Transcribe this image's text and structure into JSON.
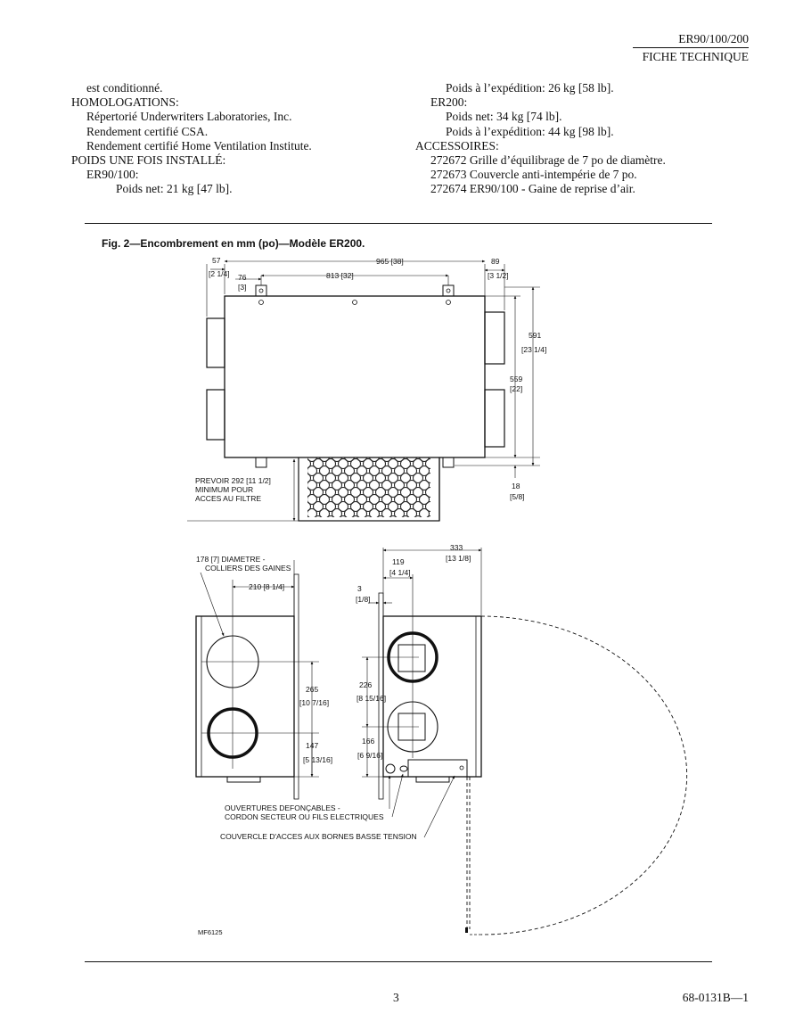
{
  "header": {
    "model": "ER90/100/200",
    "subtitle": "FICHE TECHNIQUE"
  },
  "spec_left": [
    "est conditionné.",
    "HOMOLOGATIONS:",
    "Répertorié Underwriters Laboratories, Inc.",
    "Rendement certifié CSA.",
    "Rendement certifié Home Ventilation Institute.",
    "POIDS UNE FOIS INSTALLÉ:",
    "ER90/100:",
    "Poids net: 21 kg [47 lb]."
  ],
  "spec_right": [
    "Poids à l’expédition: 26 kg [58 lb].",
    "ER200:",
    "Poids net: 34 kg [74 lb].",
    "Poids à l’expédition: 44 kg [98 lb].",
    "ACCESSOIRES:",
    "272672 Grille d’équilibrage de 7 po de diamètre.",
    "272673 Couvercle anti-intempérie de 7 po.",
    "272674 ER90/100 - Gaine de reprise d’air."
  ],
  "figure": {
    "caption": "Fig. 2—Encombrement en mm (po)—Modèle ER200.",
    "dims": {
      "d57": "57",
      "d57_in": "[2 1/4]",
      "d76": "76",
      "d76_in": "[3]",
      "d813": "813 [32]",
      "d965": "965 [38]",
      "d89": "89",
      "d89_in": "[3 1/2]",
      "d591": "591",
      "d591_in": "[23 1/4]",
      "d559": "559",
      "d559_in": "[22]",
      "d18": "18",
      "d18_in": "[5/8]",
      "d333": "333",
      "d333_in": "[13 1/8]",
      "d119": "119",
      "d119_in": "[4 1/4]",
      "d210": "210 [8 1/4]",
      "d3": "3",
      "d3_in": "[1/8]",
      "d265": "265",
      "d265_in": "[10 7/16]",
      "d226": "226",
      "d226_in": "[8 15/16]",
      "d147": "147",
      "d147_in": "[5 13/16]",
      "d166": "166",
      "d166_in": "[6 9/16]"
    },
    "notes": {
      "filter_1": "PREVOIR 292 [11 1/2]",
      "filter_2": "MINIMUM POUR",
      "filter_3": "ACCES AU FILTRE",
      "diam_1": "178 [7] DIAMETRE -",
      "diam_2": "COLLIERS DES GAINES",
      "knock_1": "OUVERTURES DEFONÇABLES -",
      "knock_2": "CORDON SECTEUR OU FILS ELECTRIQUES",
      "cover": "COUVERCLE D'ACCES AUX BORNES BASSE TENSION",
      "code": "MF6125"
    }
  },
  "footer": {
    "page": "3",
    "doc": "68-0131B—1"
  }
}
